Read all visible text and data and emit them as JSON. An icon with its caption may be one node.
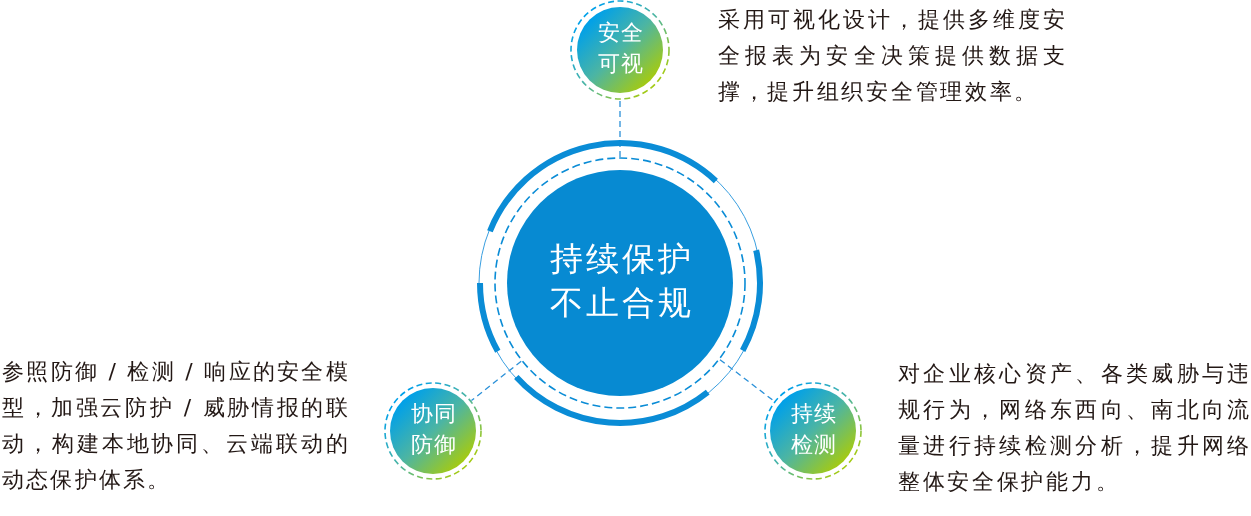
{
  "diagram": {
    "nodes": [
      {
        "text": [
          "安全可视"
        ],
        "beside": [
          "采用可视化设计，提供多维度安全报表为安全决策提供数据支撑，提升组织安全管理效率。"
        ]
      },
      {
        "text": [
          "持续保护不止合规"
        ]
      },
      {
        "text": [
          "协同防御"
        ],
        "beside": [
          "参照防御 / 检测 / 响应的安全模型，加强云防护 / 威胁情报的联动，构建本地协同、云端联动的动态保护体系。"
        ]
      },
      {
        "text": [
          "持续检测"
        ],
        "beside": [
          "对企业核心资产、各类威胁与违规行为，网络东西向、南北向流量进行持续检测分析，提升网络整体安全保护能力。"
        ]
      }
    ],
    "edges": [
      {
        "from": 1,
        "to": 0,
        "arrow": "none",
        "style": "dashed"
      },
      {
        "from": 1,
        "to": 2,
        "arrow": "none",
        "style": "dashed"
      },
      {
        "from": 1,
        "to": 3,
        "arrow": "none",
        "style": "dashed"
      }
    ]
  }
}
